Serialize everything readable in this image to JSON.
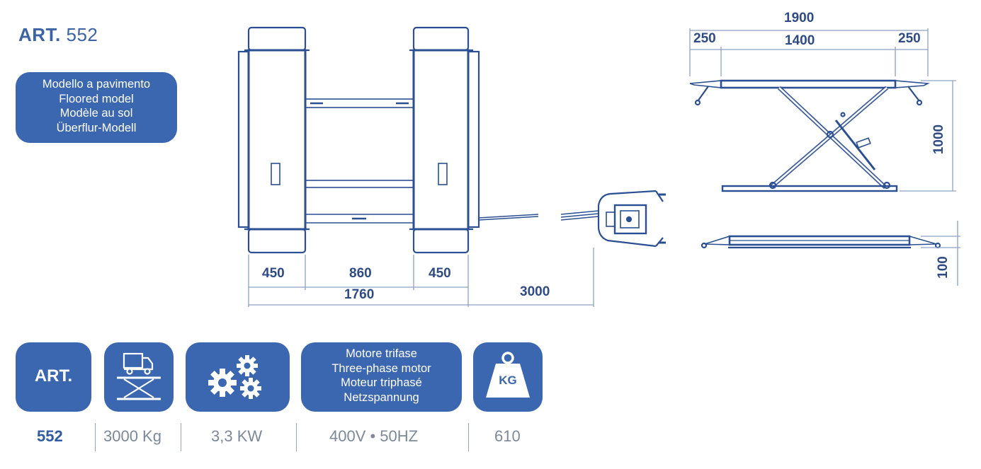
{
  "header": {
    "art_label": "ART.",
    "art_number": "552"
  },
  "model_box": {
    "lines": [
      "Modello a pavimento",
      "Floored model",
      "Modèle au sol",
      "Überflur-Modell"
    ]
  },
  "dimensions": {
    "top_view": {
      "platform_width_left": "450",
      "gap": "860",
      "platform_width_right": "450",
      "total_width": "1760",
      "hose_length": "3000"
    },
    "side_view": {
      "total_length": "1900",
      "left_ramp": "250",
      "platform_length": "1400",
      "right_ramp": "250",
      "max_height": "1000"
    },
    "lowered_view": {
      "min_height": "100"
    }
  },
  "spec_icons": {
    "art_label": "ART.",
    "capacity_icon": "truck-lift-icon",
    "power_icon": "gears-icon",
    "motor_lines": [
      "Motore trifase",
      "Three-phase motor",
      "Moteur triphasé",
      "Netzspannung"
    ],
    "weight_icon": "kg-weight-icon",
    "weight_label": "KG"
  },
  "spec_values": {
    "art": "552",
    "capacity": "3000 Kg",
    "power": "3,3 KW",
    "voltage": "400V • 50HZ",
    "weight": "610"
  },
  "colors": {
    "brand_blue": "#3b67b0",
    "dim_text": "#2e4b86",
    "line_blue": "#2b4f93",
    "value_grey": "#7d8899",
    "dim_line": "#8ea1c6"
  }
}
